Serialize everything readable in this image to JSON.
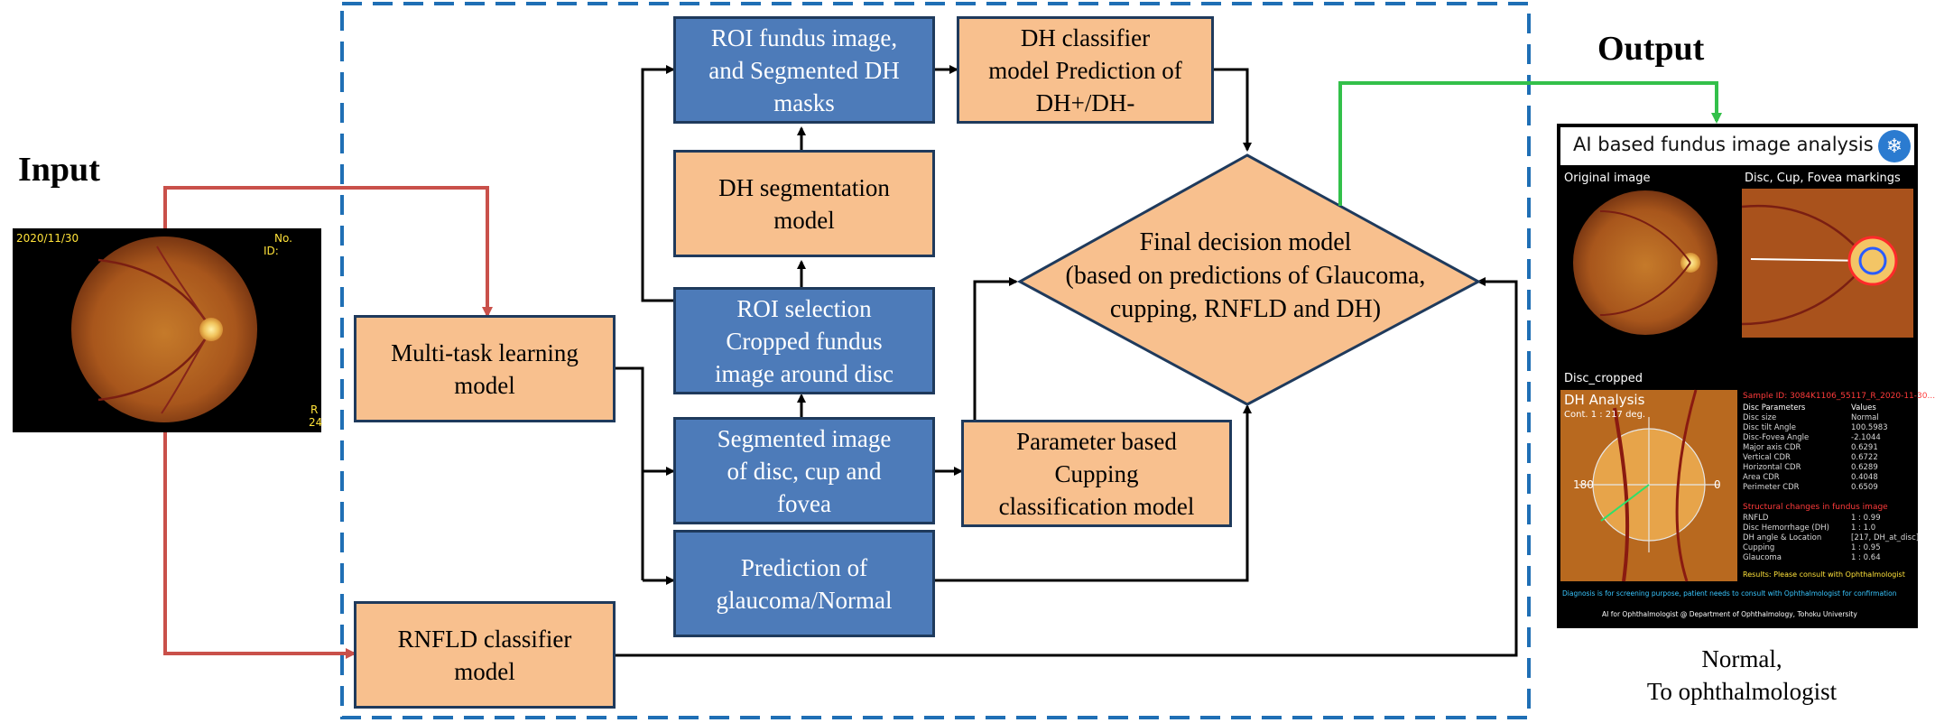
{
  "labels": {
    "input": "Input",
    "output": "Output",
    "output_caption": "Normal,\nTo ophthalmologist"
  },
  "nodes": {
    "roi_fundus": "ROI fundus image,\nand Segmented DH\nmasks",
    "dh_classifier": "DH classifier\nmodel Prediction of\nDH+/DH-",
    "dh_segmentation": "DH segmentation\nmodel",
    "roi_selection": "ROI selection\nCropped fundus\nimage around disc",
    "multitask": "Multi-task learning\nmodel",
    "segmented_image": "Segmented image\nof  disc, cup and\nfovea",
    "parameter_cupping": "Parameter based\nCupping\nclassification model",
    "glaucoma_pred": "Prediction of\nglaucoma/Normal",
    "rnfld": "RNFLD classifier\nmodel",
    "final_decision": "Final decision model\n(based on predictions of Glaucoma,\ncupping, RNFLD and DH)"
  },
  "input_image": {
    "date": "2020/11/30",
    "no": "No.",
    "id": "ID:",
    "eye": "R",
    "num": "24"
  },
  "output_panel": {
    "title": "AI based fundus image analysis",
    "original_image": "Original image",
    "markings": "Disc, Cup, Fovea markings",
    "disc_cropped": "Disc_cropped",
    "dh_analysis": "DH Analysis",
    "cont_text": "Cont. 1 :  217 deg.",
    "sample_id": "Sample ID: 3084K1106_55117_R_2020-11-30...",
    "angle_180": "180",
    "angle_0": "0",
    "params_header": [
      "Disc Parameters",
      "Values"
    ],
    "params": [
      [
        "Disc size",
        "Normal"
      ],
      [
        "Disc tilt Angle",
        "100.5983"
      ],
      [
        "Disc-Fovea Angle",
        "-2.1044"
      ],
      [
        "Major axis CDR",
        "0.6291"
      ],
      [
        "Vertical CDR",
        "0.6722"
      ],
      [
        "Horizontal CDR",
        "0.6289"
      ],
      [
        "Area CDR",
        "0.4048"
      ],
      [
        "Perimeter CDR",
        "0.6509"
      ]
    ],
    "struct_header": "Structural changes in fundus image",
    "struct": [
      [
        "RNFLD",
        "1 : 0.99"
      ],
      [
        "Disc Hemorrhage (DH)",
        "1 : 1.0"
      ],
      [
        "DH angle & Location",
        "[217, DH_at_disc]"
      ],
      [
        "Cupping",
        "1 : 0.95"
      ],
      [
        "Glaucoma",
        "1 : 0.64"
      ]
    ],
    "results": "Results: Please consult with Ophthalmologist",
    "diagnosis": "Diagnosis is for screening purpose, patient needs to consult with Ophthalmologist for confirmation",
    "footer": "AI for Ophthalmologist @ Department of Ophthalmology, Tohoku University"
  },
  "colors": {
    "orange_node": "#f8c08e",
    "blue_node": "#4d7bb9",
    "node_border": "#1f3a5c",
    "dashed_border": "#1f6fb5",
    "red_arrow": "#c9504a",
    "green_arrow": "#33c04a",
    "black_arrow": "#000000"
  }
}
